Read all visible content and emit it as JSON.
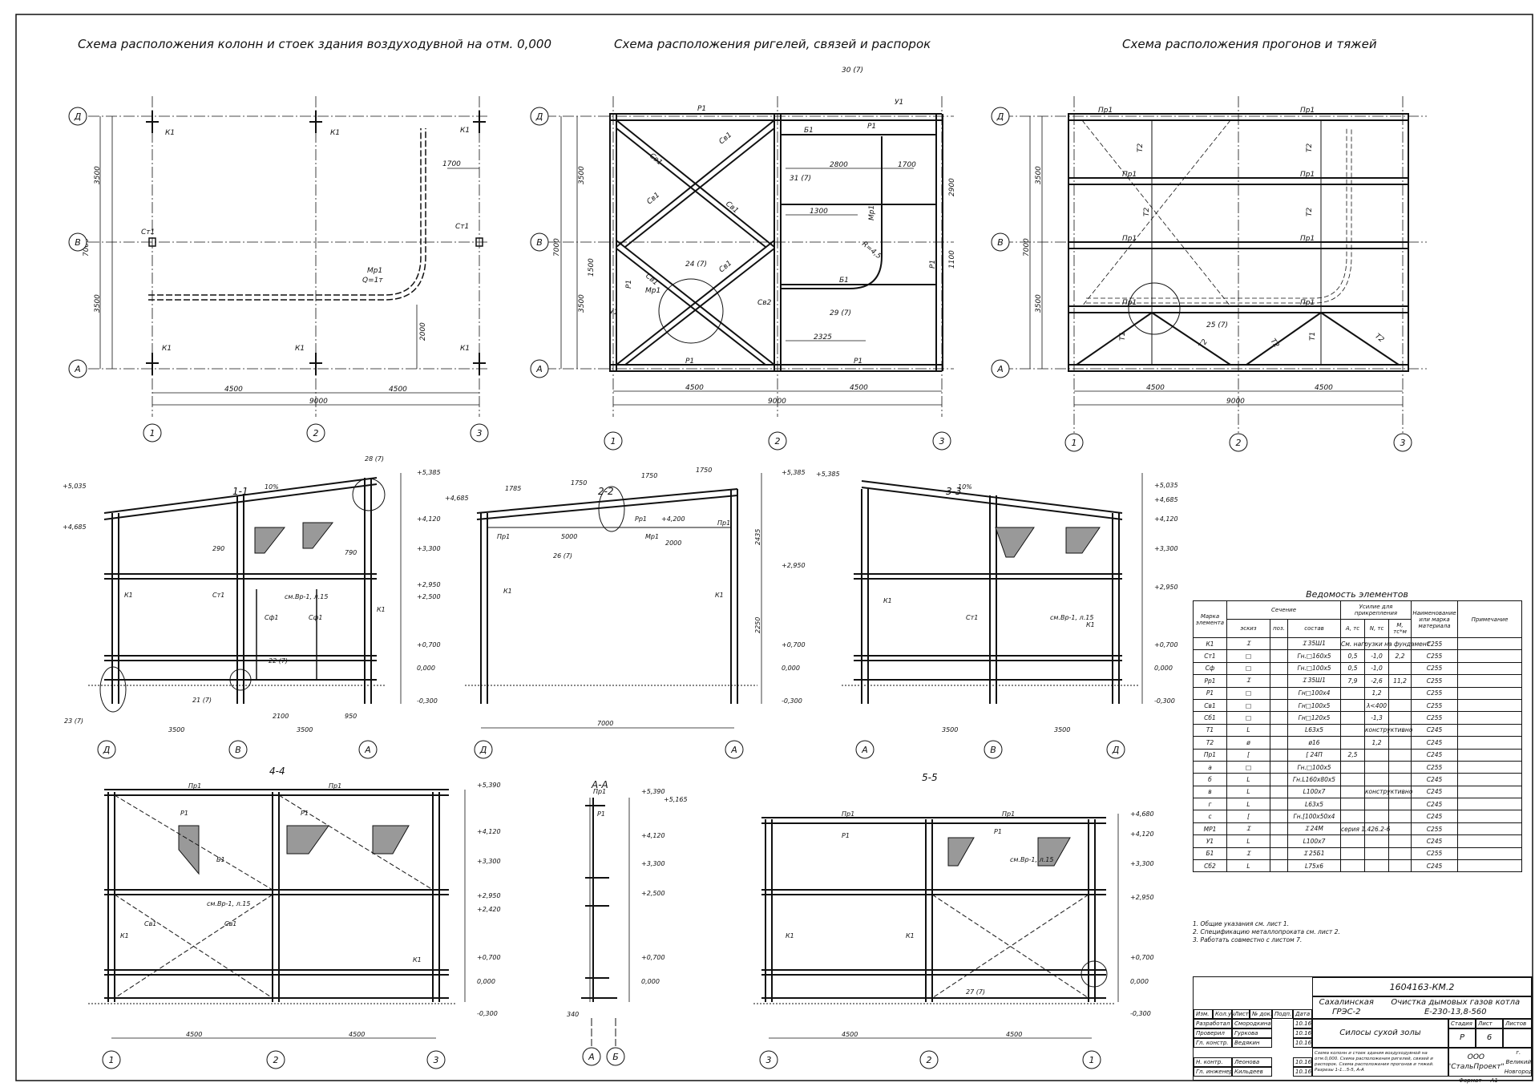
{
  "titles": {
    "plan1": "Схема расположения колонн и стоек здания воздуходувной на отм. 0,000",
    "plan2": "Схема расположения ригелей, связей и распорок",
    "plan3": "Схема расположения прогонов и тяжей"
  },
  "sections": {
    "s11": "1-1",
    "s22": "2-2",
    "s33": "3-3",
    "s44": "4-4",
    "saa": "А-А",
    "s55": "5-5"
  },
  "axes": {
    "rows": [
      "Д",
      "В",
      "А"
    ],
    "cols": [
      "1",
      "2",
      "3"
    ],
    "ab": [
      "А",
      "Б"
    ]
  },
  "dims": {
    "span": "4500",
    "total": "9000",
    "bay": "3500",
    "bay2": "7000",
    "d1700": "1700",
    "d2000": "2000",
    "d2800": "2800",
    "d2900": "2900",
    "d1300": "1300",
    "d1500": "1500",
    "d1100": "1100",
    "d2325": "2325",
    "d2100": "2100",
    "d950": "950",
    "d5000": "5000",
    "d1785": "1785",
    "d1750": "1750",
    "d2435": "2435",
    "d2250": "2250"
  },
  "labels": {
    "k1": "К1",
    "st1": "Ст1",
    "mr1": "Мр1",
    "q": "Q=1т",
    "r1": "Р1",
    "pr1": "Пр1",
    "sv1": "Св1",
    "sv2": "Св2",
    "b1": "Б1",
    "u1": "У1",
    "t1": "Т1",
    "t2": "Т2",
    "rr1": "Рр1",
    "sf1": "Сф1",
    "l30": "30 (7)",
    "l31": "31 (7)",
    "l24": "24 (7)",
    "l29": "29 (7)",
    "l25": "25 (7)",
    "l28": "28 (7)",
    "l26": "26 (7)",
    "l21": "21 (7)",
    "l22": "22 (7)",
    "l23": "23 (7)",
    "l27": "27 (7)",
    "see": "см.Вр-1, л.15",
    "pct": "10%",
    "r45": "R=4,5"
  },
  "levels": {
    "l5385": "+5,385",
    "l5035": "+5,035",
    "l4685": "+4,685",
    "l4120": "+4,120",
    "l4200": "+4,200",
    "l3300": "+3,300",
    "l2950": "+2,950",
    "l2500": "+2,500",
    "l0700": "+0,700",
    "l0000": "0,000",
    "lm0300": "-0,300",
    "l5390": "+5,390",
    "l5165": "+5,165",
    "l2420": "+2,420",
    "l4680": "+4,680"
  },
  "spec": {
    "title": "Ведомость элементов",
    "headers": {
      "mark": "Марка элемента",
      "section": "Сечение",
      "sketch": "эскиз",
      "pos": "поз.",
      "comp": "состав",
      "force": "Усилие для прикрепления",
      "a": "А, тс",
      "n": "N, тс",
      "m": "М, тс*м",
      "mat": "Наименование или марка материала",
      "note": "Примечание"
    },
    "rows": [
      {
        "mark": "К1",
        "sk": "Ɪ",
        "comp": "Ɪ 35Ш1",
        "a": "См. нагрузки на фундамент",
        "n": "",
        "m": "",
        "mat": "С255"
      },
      {
        "mark": "Ст1",
        "sk": "□",
        "comp": "Гн.□160х5",
        "a": "0,5",
        "n": "-1,0",
        "m": "2,2",
        "mat": "С255"
      },
      {
        "mark": "Сф",
        "sk": "□",
        "comp": "Гн.□100х5",
        "a": "0,5",
        "n": "-1,0",
        "m": "",
        "mat": "С255"
      },
      {
        "mark": "Рр1",
        "sk": "Ɪ",
        "comp": "Ɪ 35Ш1",
        "a": "7,9",
        "n": "-2,6",
        "m": "11,2",
        "mat": "С255"
      },
      {
        "mark": "Р1",
        "sk": "□",
        "comp": "Гн□100х4",
        "a": "",
        "n": "1,2",
        "m": "",
        "mat": "С255"
      },
      {
        "mark": "Св1",
        "sk": "□",
        "comp": "Гн□100х5",
        "a": "",
        "n": "λ<400",
        "m": "",
        "mat": "С255"
      },
      {
        "mark": "Сб1",
        "sk": "□",
        "comp": "Гн□120х5",
        "a": "",
        "n": "-1,3",
        "m": "",
        "mat": "С255"
      },
      {
        "mark": "Т1",
        "sk": "L",
        "comp": "L63х5",
        "a": "",
        "n": "конструктивно",
        "m": "",
        "mat": "С245"
      },
      {
        "mark": "Т2",
        "sk": "ø",
        "comp": "ø16",
        "a": "",
        "n": "1,2",
        "m": "",
        "mat": "С245"
      },
      {
        "mark": "Пр1",
        "sk": "[",
        "comp": "[ 24П",
        "a": "2,5",
        "n": "",
        "m": "",
        "mat": "С245"
      },
      {
        "mark": "а",
        "sk": "□",
        "comp": "Гн.□100х5",
        "a": "",
        "n": "",
        "m": "",
        "mat": "С255"
      },
      {
        "mark": "б",
        "sk": "L",
        "comp": "Гн.L160х80х5",
        "a": "",
        "n": "",
        "m": "",
        "mat": "С245"
      },
      {
        "mark": "в",
        "sk": "L",
        "comp": "L100х7",
        "a": "",
        "n": "конструктивно",
        "m": "",
        "mat": "С245"
      },
      {
        "mark": "г",
        "sk": "L",
        "comp": "L63х5",
        "a": "",
        "n": "",
        "m": "",
        "mat": "С245"
      },
      {
        "mark": "с",
        "sk": "[",
        "comp": "Гн.[100х50х4",
        "a": "",
        "n": "",
        "m": "",
        "mat": "С245"
      },
      {
        "mark": "МР1",
        "sk": "Ɪ",
        "comp": "Ɪ 24М",
        "a": "серия 1.426.2-6",
        "n": "",
        "m": "",
        "mat": "С255"
      },
      {
        "mark": "У1",
        "sk": "L",
        "comp": "L100х7",
        "a": "",
        "n": "",
        "m": "",
        "mat": "С245"
      },
      {
        "mark": "Б1",
        "sk": "Ɪ",
        "comp": "Ɪ 25Б1",
        "a": "",
        "n": "",
        "m": "",
        "mat": "С255"
      },
      {
        "mark": "Сб2",
        "sk": "L",
        "comp": "L75х6",
        "a": "",
        "n": "",
        "m": "",
        "mat": "С245"
      }
    ]
  },
  "notes": [
    "1. Общие указания см. лист 1.",
    "2. Спецификацию металлопроката см. лист 2.",
    "3. Работать совместно с листом 7."
  ],
  "stamp": {
    "code": "1604163-КМ.2",
    "project": "Сахалинская ГРЭС-2",
    "object": "Очистка дымовых газов котла Е-230-13,8-560",
    "cols": [
      "Изм.",
      "Кол.уч",
      "Лист",
      "№ док.",
      "Подп.",
      "Дата"
    ],
    "people": [
      {
        "role": "Разработал",
        "name": "Смородкина",
        "date": "10.16"
      },
      {
        "role": "Проверил",
        "name": "Гуркова",
        "date": "10.16"
      },
      {
        "role": "Гл. констр.",
        "name": "Ведякин",
        "date": "10.16"
      },
      {
        "role": "Н. контр.",
        "name": "Леонова",
        "date": "10.16"
      },
      {
        "role": "Гл. инженер",
        "name": "Кильдеев",
        "date": "10.16"
      }
    ],
    "building": "Силосы сухой золы",
    "sheets_desc": "Схема колонн и стоек здания воздуходувной на отм.0,000. Схема расположения ригелей, связей и распорок. Схема расположения прогонов и тяжей. Разрезы 1-1...5-5, А-А",
    "stage_h": "Стадия",
    "sheet_h": "Лист",
    "sheets_h": "Листов",
    "stage": "Р",
    "sheet": "6",
    "sheets": "",
    "company": "ООО \"СтальПроект\"",
    "city": "г. Великий Новгород",
    "format_label": "Формат",
    "format": "А1"
  }
}
